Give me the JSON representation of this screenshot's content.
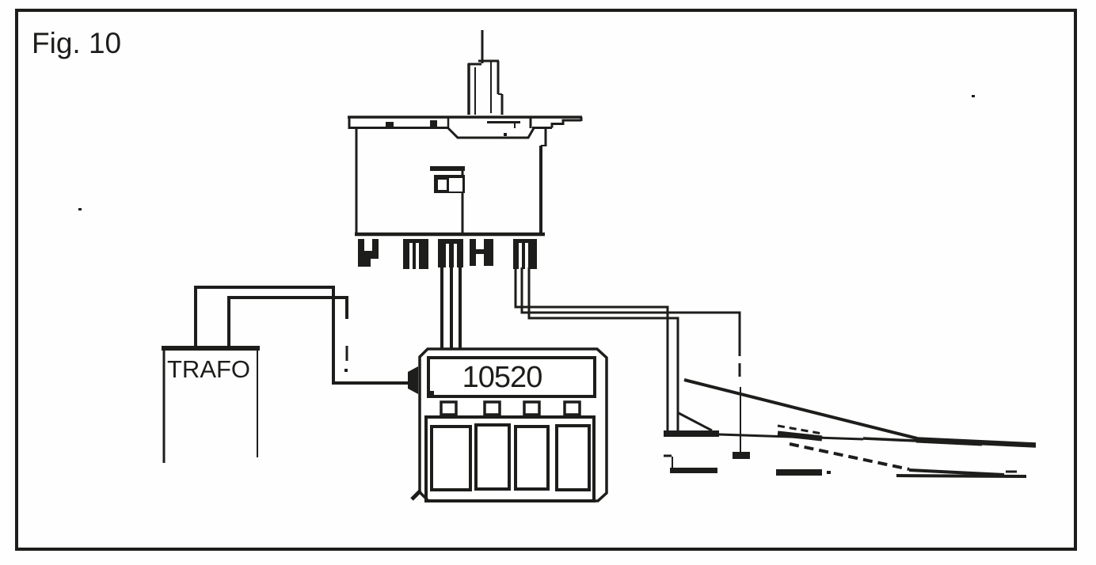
{
  "figure": {
    "caption": "Fig. 10"
  },
  "diagram": {
    "transformer": {
      "label": "TRAFO"
    },
    "control_unit": {
      "model_number": "10520",
      "led_count": 4,
      "button_count": 4
    },
    "turntable_drive": {
      "terminal_block_count": 5
    },
    "track_count": 2
  },
  "colors": {
    "ink": "#1d1d1b",
    "paper": "#ffffff"
  }
}
